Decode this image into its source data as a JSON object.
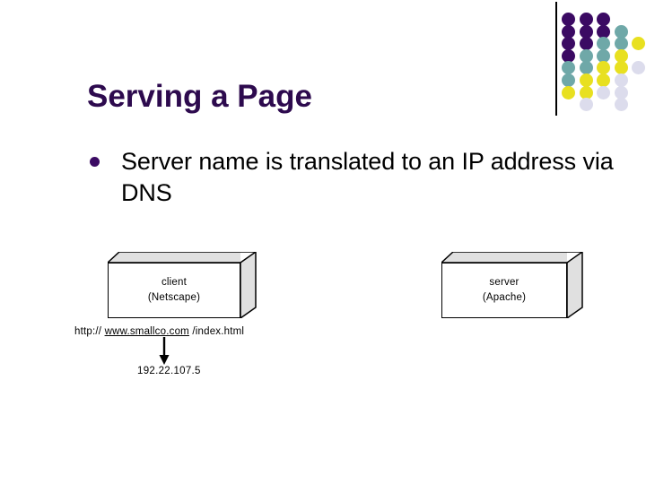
{
  "slide": {
    "title": "Serving a Page",
    "title_color": "#2d0a4e",
    "bullet": {
      "marker": "bullet-dot",
      "marker_color": "#3b0a63",
      "text": "Server name is translated to an IP address via DNS"
    }
  },
  "diagram": {
    "client_box": {
      "line1": "client",
      "line2": "(Netscape)"
    },
    "server_box": {
      "line1": "server",
      "line2": "(Apache)"
    },
    "url": {
      "scheme": "http:// ",
      "host": "www.smallco.com",
      "path": " /index.html"
    },
    "arrow": "down-arrow-icon",
    "ip_address": "192.22.107.5"
  },
  "decoration": {
    "divider": "vertical-rule",
    "palette": {
      "purple": "#3b0a63",
      "teal": "#6fa8a8",
      "yellow": "#e8e020",
      "lavender": "#dcdcec"
    },
    "dot_grid": {
      "columns": 5,
      "rows": 8,
      "cells": [
        [
          "purple",
          "purple",
          "purple",
          null,
          null
        ],
        [
          "purple",
          "purple",
          "purple",
          "teal",
          null
        ],
        [
          "purple",
          "purple",
          "teal",
          "teal",
          "yellow"
        ],
        [
          "purple",
          "teal",
          "teal",
          "yellow",
          null
        ],
        [
          "teal",
          "teal",
          "yellow",
          "yellow",
          "lavender"
        ],
        [
          "teal",
          "yellow",
          "yellow",
          "lavender",
          null
        ],
        [
          "yellow",
          "yellow",
          "lavender",
          "lavender",
          null
        ],
        [
          null,
          "lavender",
          null,
          "lavender",
          null
        ]
      ]
    }
  }
}
